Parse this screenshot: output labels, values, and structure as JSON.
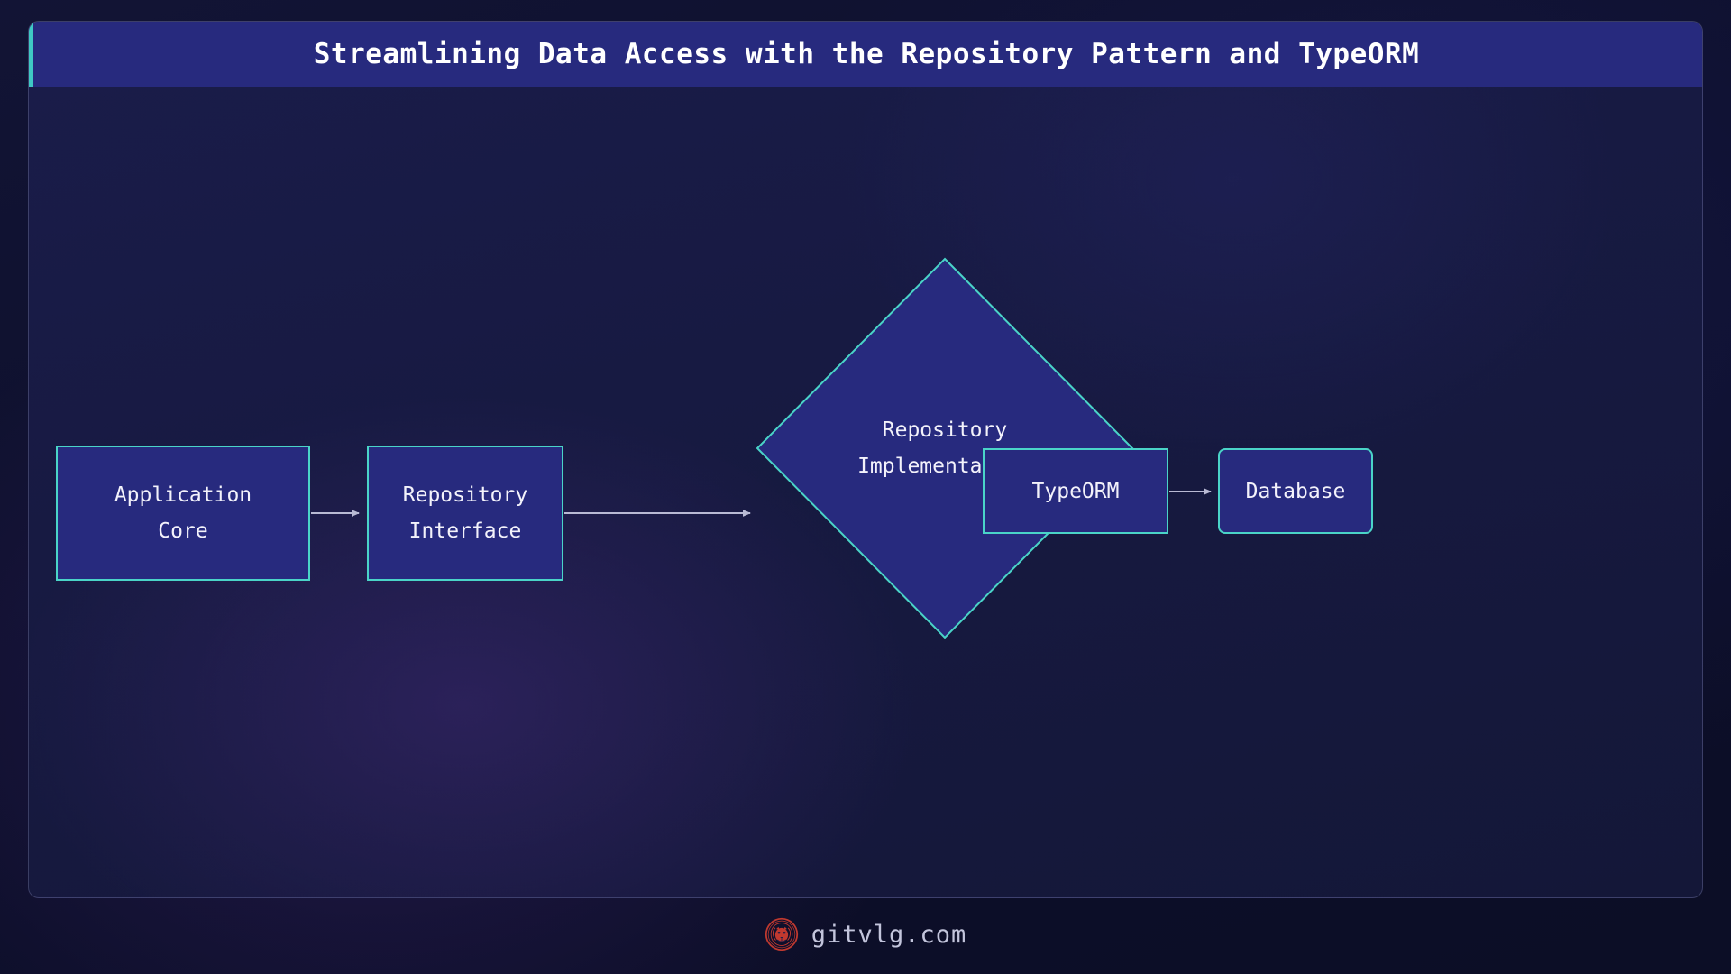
{
  "header": {
    "title": "Streamlining Data Access with the Repository Pattern and TypeORM",
    "accent_color": "#3fc8c4",
    "background_color": "#272a7e",
    "title_color": "#ffffff"
  },
  "diagram": {
    "type": "flowchart",
    "direction": "left-to-right",
    "node_fill": "#272a7e",
    "node_border": "#4ad4c8",
    "node_text_color": "#f3f2fb",
    "arrow_color": "#b9bad4",
    "nodes": [
      {
        "id": "app-core",
        "label": "Application\nCore",
        "shape": "rect"
      },
      {
        "id": "repo-iface",
        "label": "Repository\nInterface",
        "shape": "rect"
      },
      {
        "id": "repo-impl",
        "label": "Repository\nImplementation",
        "shape": "diamond"
      },
      {
        "id": "typeorm",
        "label": "TypeORM",
        "shape": "rect"
      },
      {
        "id": "database",
        "label": "Database",
        "shape": "rounded-rect"
      }
    ],
    "edges": [
      {
        "from": "app-core",
        "to": "repo-iface",
        "label": ""
      },
      {
        "from": "repo-iface",
        "to": "repo-impl",
        "label": ""
      },
      {
        "from": "repo-impl",
        "to": "typeorm",
        "label": ""
      },
      {
        "from": "typeorm",
        "to": "database",
        "label": ""
      }
    ]
  },
  "footer": {
    "site": "gitvlg.com",
    "logo_icon": "lion-emblem-icon",
    "logo_color": "#c0392f"
  },
  "page": {
    "background_color": "#0e1030",
    "card_background": "#1a1c4a"
  }
}
